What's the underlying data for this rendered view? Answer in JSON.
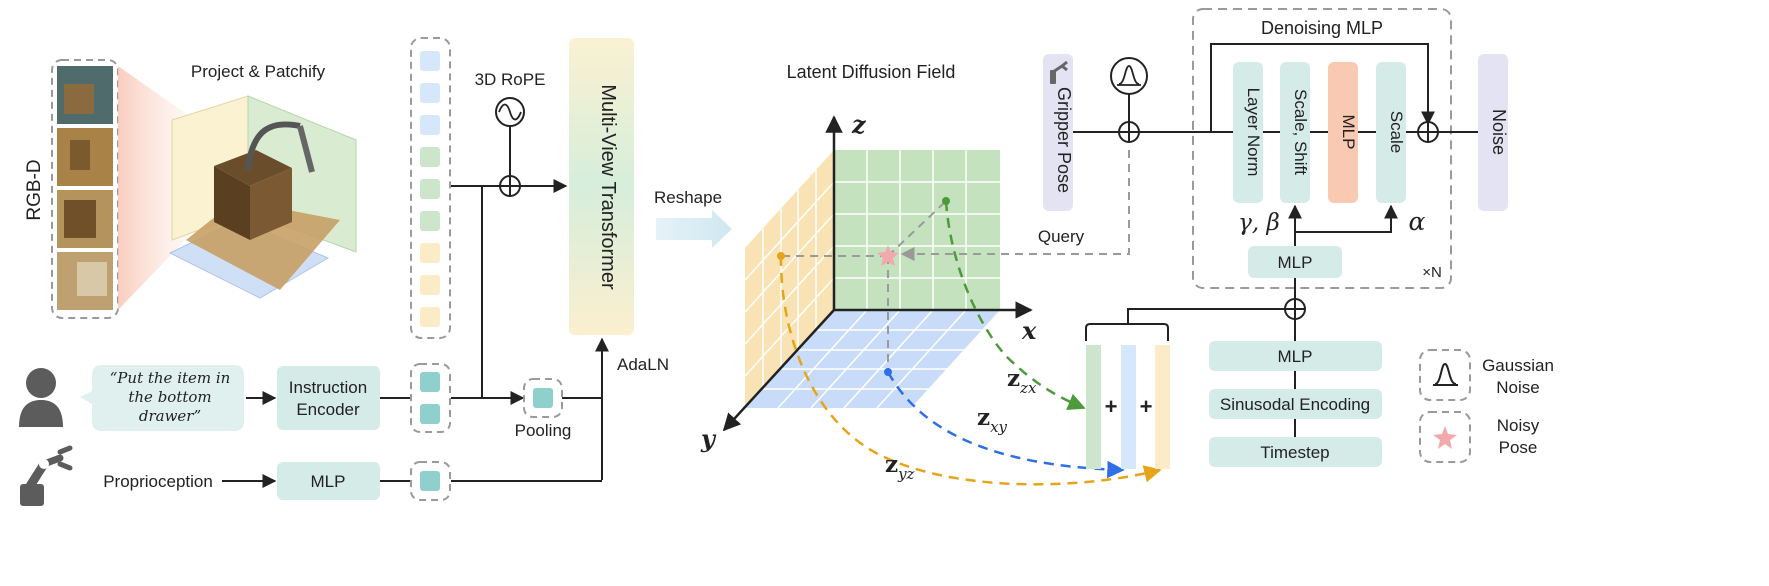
{
  "colors": {
    "teal_box": "#d5ebe8",
    "teal_token": "#8fcfcc",
    "blue_token": "#d6e6fb",
    "green_token": "#cde6cb",
    "yellow_token": "#fbecc7",
    "plane_green": "#c3e2bd",
    "plane_blue": "#c8dcfa",
    "plane_yellow": "#f9e3b4",
    "mlp_orange": "#f9c9b2",
    "lavender": "#e4e3f3",
    "arrow_green": "#4c9a3a",
    "arrow_blue": "#2f6fe6",
    "arrow_orange": "#e6a418",
    "star_pink": "#f1a9ad"
  },
  "left": {
    "rgbd_label": "RGB-D",
    "project_label": "Project & Patchify",
    "rope_label": "3D RoPE",
    "instruction_quote": [
      "“Put the item in",
      "the bottom",
      "drawer”"
    ],
    "instruction_encoder": [
      "Instruction",
      "Encoder"
    ],
    "pooling_label": "Pooling",
    "proprioception_label": "Proprioception",
    "mlp_label": "MLP",
    "adaln_label": "AdaLN",
    "transformer_label": "Multi-View Transformer",
    "reshape_label": "Reshape",
    "icons": [
      "person-icon",
      "robot-arm-icon",
      "sine-wave-icon"
    ]
  },
  "middle": {
    "title": "Latent Diffusion Field",
    "axis_x": "x",
    "axis_y": "y",
    "axis_z": "z",
    "query_label": "Query",
    "z_zx": "z",
    "z_zx_sub": "zx",
    "z_xy": "z",
    "z_xy_sub": "xy",
    "z_yz": "z",
    "z_yz_sub": "yz",
    "plus": "+"
  },
  "right": {
    "denoising_title": "Denoising MLP",
    "gripper_pose": "Gripper Pose",
    "layer_norm": "Layer Norm",
    "scale_shift": "Scale, Shift",
    "mlp_inner": "MLP",
    "scale": "Scale",
    "noise": "Noise",
    "gamma_beta": "γ, β",
    "alpha": "α",
    "mlp_small": "MLP",
    "times_n": "×N",
    "mlp_bottom": "MLP",
    "sinusoidal": "Sinusodal Encoding",
    "timestep": "Timestep"
  },
  "legend": {
    "gaussian_noise": [
      "Gaussian",
      "Noise"
    ],
    "noisy_pose": [
      "Noisy",
      "Pose"
    ]
  }
}
